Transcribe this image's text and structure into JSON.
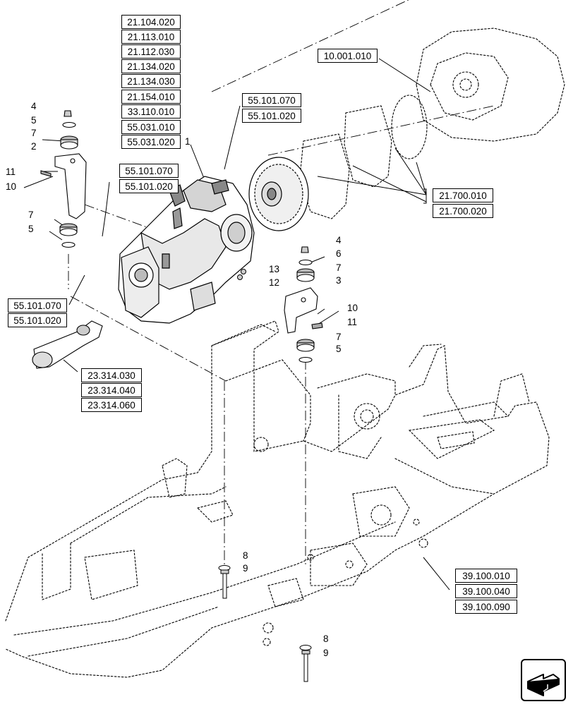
{
  "reference_boxes": {
    "group_21": [
      "21.104.020",
      "21.113.010",
      "21.112.030",
      "21.134.020",
      "21.134.030",
      "21.154.010",
      "33.110.010",
      "55.031.010",
      "55.031.020"
    ],
    "top_55": [
      "55.101.070",
      "55.101.020"
    ],
    "mid_55": [
      "55.101.070",
      "55.101.020"
    ],
    "left_55": [
      "55.101.070",
      "55.101.020"
    ],
    "engine": [
      "10.001.010"
    ],
    "converter": [
      "21.700.010",
      "21.700.020"
    ],
    "driveshaft": [
      "23.314.030",
      "23.314.040",
      "23.314.060"
    ],
    "frame": [
      "39.100.010",
      "39.100.040",
      "39.100.090"
    ]
  },
  "callouts": {
    "left_mount": [
      "4",
      "5",
      "7",
      "2",
      "11",
      "10",
      "7",
      "5"
    ],
    "transmission": [
      "1"
    ],
    "right_mount": [
      "4",
      "6",
      "7",
      "3",
      "10",
      "11",
      "7",
      "5"
    ],
    "plugs": [
      "13",
      "12"
    ],
    "bolts_center": [
      "8",
      "9"
    ],
    "bolts_lower": [
      "8",
      "9"
    ]
  },
  "icons": {
    "navigation": "next-page-arrow-icon"
  }
}
